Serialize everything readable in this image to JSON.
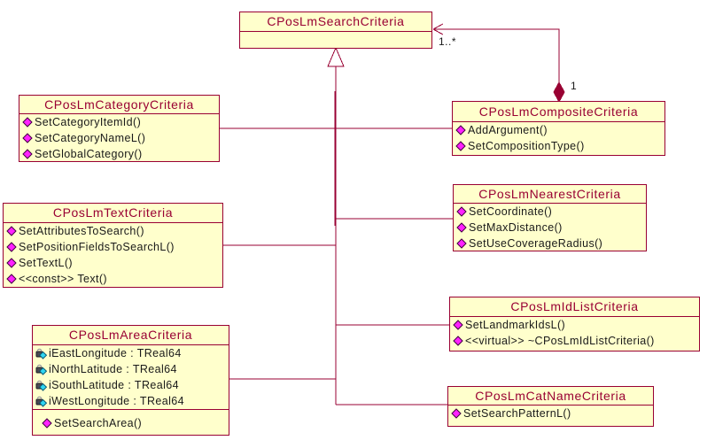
{
  "colors": {
    "line_and_border": "#990033",
    "class_fill": "#FFFFCC",
    "class_title_text": "#990033",
    "member_text": "#1a1a1a",
    "method_icon_magenta": "#FF22FF",
    "attribute_icon_cyan": "#2FD6F2",
    "background": "#FFFFFF"
  },
  "classes": {
    "search": {
      "name": "CPosLmSearchCriteria"
    },
    "category": {
      "name": "CPosLmCategoryCriteria",
      "methods": [
        "SetCategoryItemId()",
        "SetCategoryNameL()",
        "SetGlobalCategory()"
      ]
    },
    "composite": {
      "name": "CPosLmCompositeCriteria",
      "methods": [
        "AddArgument()",
        "SetCompositionType()"
      ]
    },
    "text": {
      "name": "CPosLmTextCriteria",
      "methods": [
        "SetAttributesToSearch()",
        "SetPositionFieldsToSearchL()",
        "SetTextL()",
        "<<const>> Text()"
      ]
    },
    "nearest": {
      "name": "CPosLmNearestCriteria",
      "methods": [
        "SetCoordinate()",
        "SetMaxDistance()",
        "SetUseCoverageRadius()"
      ]
    },
    "area": {
      "name": "CPosLmAreaCriteria",
      "attributes": [
        "iEastLongitude : TReal64",
        "iNorthLatitude : TReal64",
        "iSouthLatitude : TReal64",
        "iWestLongitude : TReal64"
      ],
      "methods": [
        "SetSearchArea()"
      ]
    },
    "idlist": {
      "name": "CPosLmIdListCriteria",
      "methods": [
        "SetLandmarkIdsL()",
        "<<virtual>> ~CPosLmIdListCriteria()"
      ]
    },
    "catname": {
      "name": "CPosLmCatNameCriteria",
      "methods": [
        "SetSearchPatternL()"
      ]
    }
  },
  "relationships": {
    "generalization": {
      "parent": "CPosLmSearchCriteria",
      "children": [
        "CPosLmCategoryCriteria",
        "CPosLmCompositeCriteria",
        "CPosLmTextCriteria",
        "CPosLmNearestCriteria",
        "CPosLmAreaCriteria",
        "CPosLmIdListCriteria",
        "CPosLmCatNameCriteria"
      ]
    },
    "composition": {
      "whole": "CPosLmCompositeCriteria",
      "part": "CPosLmSearchCriteria",
      "multiplicity_part": "1..*",
      "multiplicity_whole": "1"
    }
  }
}
